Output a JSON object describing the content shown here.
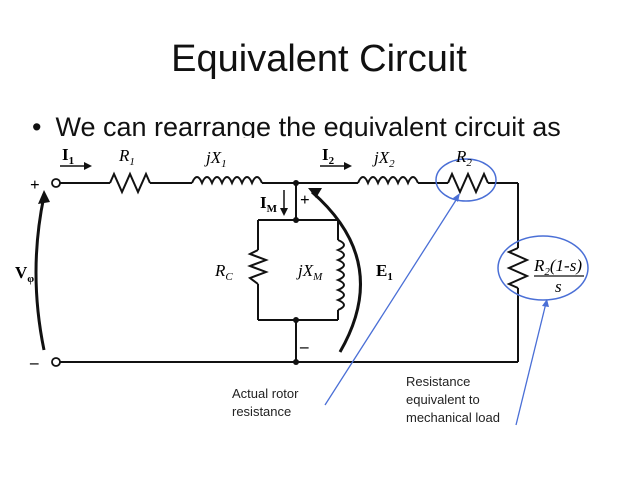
{
  "slide": {
    "title": "Equivalent Circuit",
    "bullet": "We can rearrange the equivalent circuit as"
  },
  "circuit": {
    "i1": "I",
    "i1_sub": "1",
    "r1": "R",
    "r1_sub": "1",
    "jx1": "jX",
    "jx1_sub": "1",
    "i2": "I",
    "i2_sub": "2",
    "jx2": "jX",
    "jx2_sub": "2",
    "r2": "R",
    "r2_sub": "2",
    "im": "I",
    "im_sub": "M",
    "rc": "R",
    "rc_sub": "C",
    "jxm": "jX",
    "jxm_sub": "M",
    "e1": "E",
    "e1_sub": "1",
    "v": "V",
    "v_sub": "φ",
    "load_num_main": "R",
    "load_num_sub": "2",
    "load_num_rest": "(1-s)",
    "load_den": "s",
    "plus_left": "+",
    "minus_left": "–",
    "plus_mid": "+",
    "minus_mid": "–"
  },
  "annotations": {
    "rotor_line1": "Actual rotor",
    "rotor_line2": "resistance",
    "load_line1": "Resistance",
    "load_line2": "equivalent to",
    "load_line3": "mechanical load"
  },
  "colors": {
    "circuit": "#111111",
    "highlight": "#4a6fd6"
  }
}
